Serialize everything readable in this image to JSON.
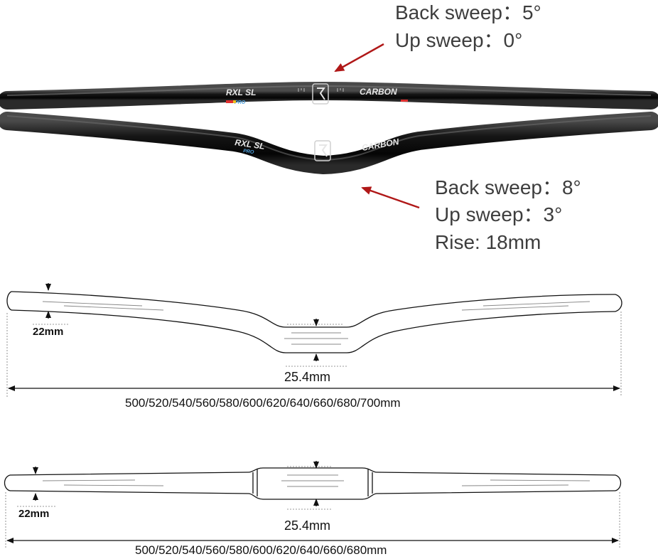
{
  "top_specs": {
    "flat_bar": {
      "back_sweep": "Back sweep：5°",
      "up_sweep": "Up sweep：0°"
    },
    "riser_bar": {
      "back_sweep": "Back sweep：8°",
      "up_sweep": "Up sweep：3°",
      "rise": "Rise: 18mm"
    }
  },
  "bar_branding": {
    "model": "RXL SL",
    "material": "CARBON",
    "sub": "PRO"
  },
  "riser_drawing": {
    "end_diameter": "22mm",
    "clamp_diameter": "25.4mm",
    "widths": "500/520/540/560/580/600/620/640/660/680/700mm"
  },
  "flat_drawing": {
    "end_diameter": "22mm",
    "clamp_diameter": "25.4mm",
    "widths": "500/520/540/560/580/600/620/640/660/680mm"
  },
  "colors": {
    "arrow": "#b01818",
    "bar_body": "#0c0c0c",
    "text": "#3d3d3d"
  }
}
